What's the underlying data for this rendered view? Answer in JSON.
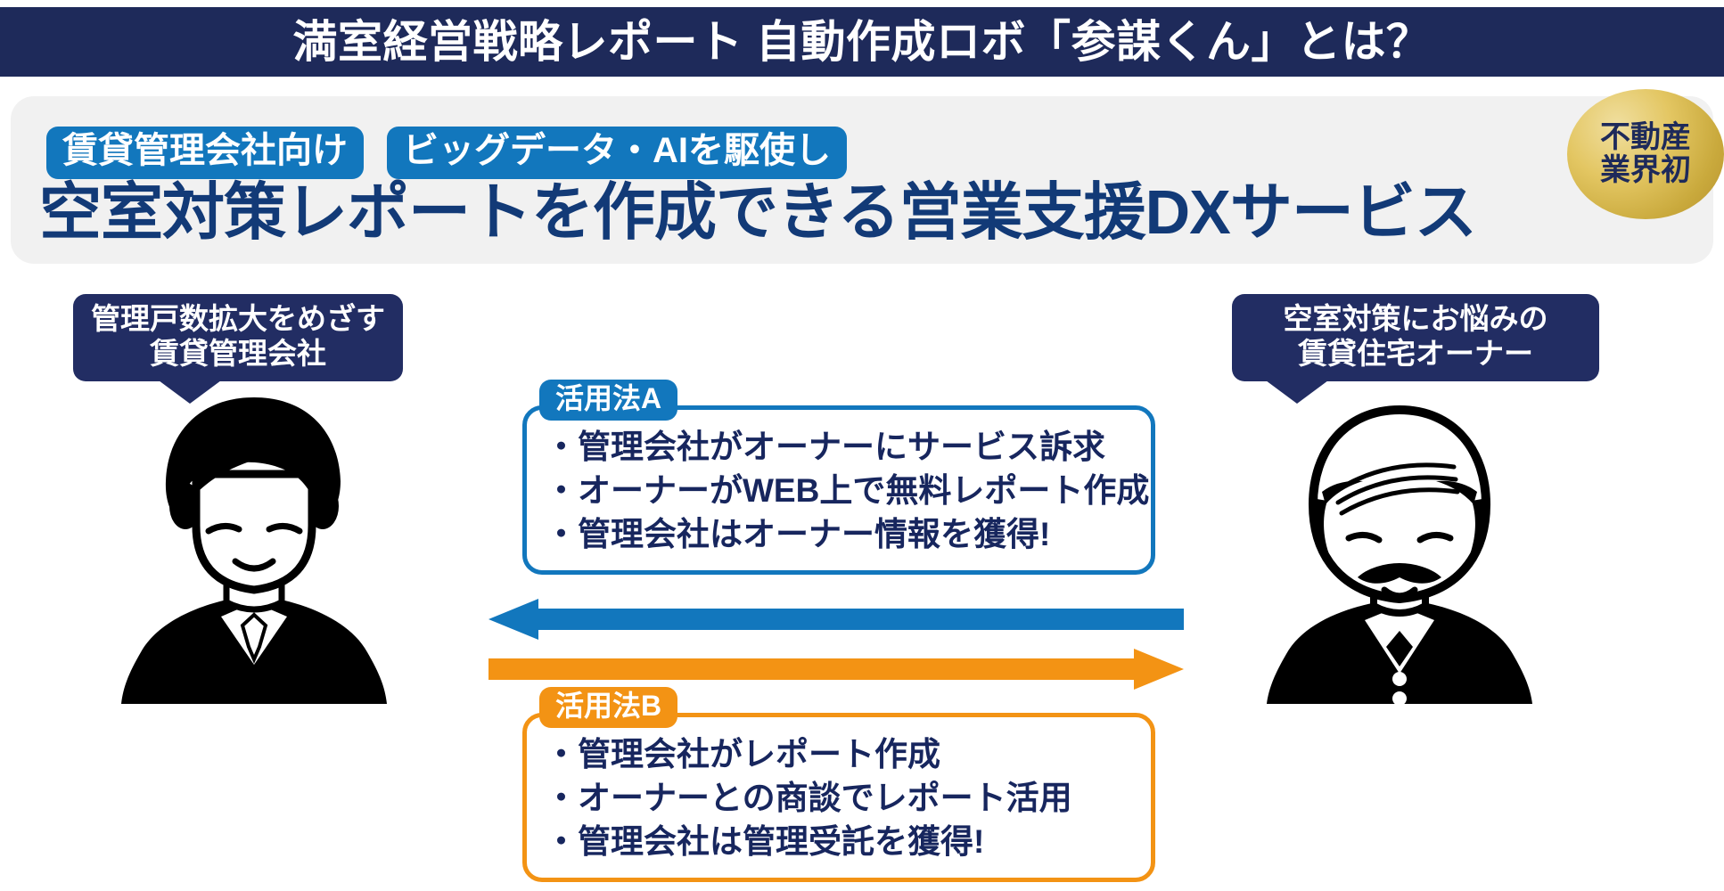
{
  "header": {
    "title": "満室経営戦略レポート 自動作成ロボ「参謀くん」とは？",
    "bar_color": "#1e2a5a"
  },
  "hero": {
    "panel_color": "#f1f1f1",
    "tags": [
      {
        "label": "賃貸管理会社向け",
        "color": "#1277bd"
      },
      {
        "label": "ビッグデータ・AIを駆使し",
        "color": "#1277bd"
      }
    ],
    "headline": "空室対策レポートを作成できる営業支援DXサービス",
    "headline_color": "#123a77"
  },
  "badge": {
    "line1": "不動産",
    "line2": "業界初",
    "fill": "#e3c662",
    "text_color": "#1e2a5a"
  },
  "people": {
    "left": {
      "label_line1": "管理戸数拡大をめざす",
      "label_line2": "賃貸管理会社",
      "icon": "young-businessman-icon",
      "label_color": "#222d63"
    },
    "right": {
      "label_line1": "空室対策にお悩みの",
      "label_line2": "賃貸住宅オーナー",
      "icon": "elderly-owner-icon",
      "label_color": "#222d63"
    }
  },
  "usage_a": {
    "tag": "活用法A",
    "color": "#1277bd",
    "items": [
      "・管理会社がオーナーにサービス訴求",
      "・オーナーがWEB上で無料レポート作成",
      "・管理会社はオーナー情報を獲得!"
    ]
  },
  "usage_b": {
    "tag": "活用法B",
    "color": "#f39314",
    "items": [
      "・管理会社がレポート作成",
      "・オーナーとの商談でレポート活用",
      "・管理会社は管理受託を獲得!"
    ]
  },
  "arrows": {
    "to_company": {
      "direction": "left",
      "color": "#1277bd",
      "icon": "arrow-left-icon"
    },
    "to_owner": {
      "direction": "right",
      "color": "#f39314",
      "icon": "arrow-right-icon"
    }
  }
}
